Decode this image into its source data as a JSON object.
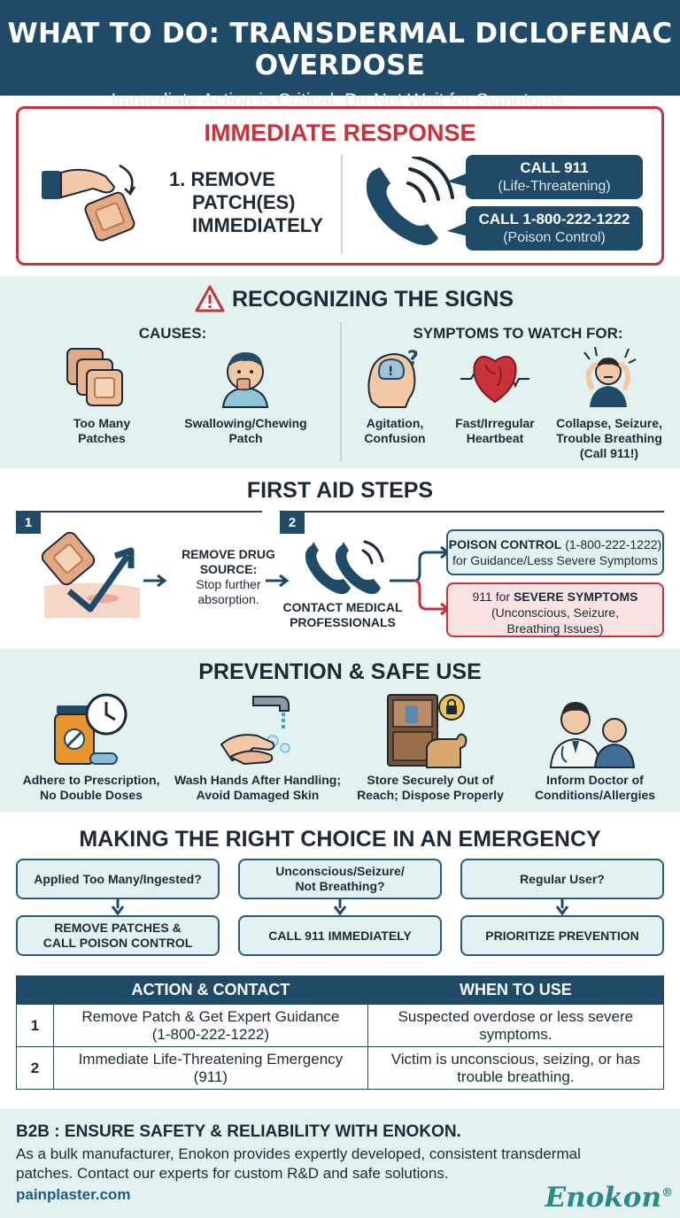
{
  "header": {
    "title": "WHAT TO DO: TRANSDERMAL DICLOFENAC OVERDOSE",
    "subtitle": "Immediate Action is Critical. Do Not Wait for Symptoms."
  },
  "immediate": {
    "title": "IMMEDIATE RESPONSE",
    "step_line1": "1. REMOVE",
    "step_line2": "PATCH(ES)",
    "step_line3": "IMMEDIATELY",
    "call1_main": "CALL 911",
    "call1_sub": "(Life-Threatening)",
    "call2_main": "CALL 1-800-222-1222",
    "call2_sub": "(Poison Control)"
  },
  "signs": {
    "title": "RECOGNIZING THE SIGNS",
    "causes_title": "CAUSES:",
    "causes": [
      "Too Many Patches",
      "Swallowing/Chewing Patch"
    ],
    "symptoms_title": "SYMPTOMS TO WATCH FOR:",
    "symptom1_l1": "Agitation,",
    "symptom1_l2": "Confusion",
    "symptom2_l1": "Fast/Irregular",
    "symptom2_l2": "Heartbeat",
    "symptom3_l1": "Collapse, Seizure,",
    "symptom3_l2": "Trouble Breathing",
    "symptom3_l3": "(Call 911!)"
  },
  "first_aid": {
    "title": "FIRST AID STEPS",
    "step1_num": "1",
    "step2_num": "2",
    "remove_title_l1": "REMOVE DRUG",
    "remove_title_l2": "SOURCE:",
    "remove_body_l1": "Stop further",
    "remove_body_l2": "absorption.",
    "contact_l1": "CONTACT MEDICAL",
    "contact_l2": "PROFESSIONALS",
    "poison_bold": "POISON CONTROL",
    "poison_num": " (1-800-222-1222)",
    "poison_sub": "for Guidance/Less Severe Symptoms",
    "severe_pre": "911 for ",
    "severe_bold": "SEVERE SYMPTOMS",
    "severe_sub1": "(Unconscious, Seizure,",
    "severe_sub2": "Breathing Issues)"
  },
  "prevention": {
    "title": "PREVENTION & SAFE USE",
    "p1_l1": "Adhere to Prescription,",
    "p1_l2": "No Double Doses",
    "p2_l1": "Wash Hands After Handling;",
    "p2_l2": "Avoid Damaged Skin",
    "p3_l1": "Store Securely Out of",
    "p3_l2": "Reach; Dispose Properly",
    "p4_l1": "Inform Doctor of",
    "p4_l2": "Conditions/Allergies"
  },
  "choice": {
    "title": "MAKING THE RIGHT CHOICE IN AN EMERGENCY",
    "q1": "Applied Too Many/Ingested?",
    "q2_l1": "Unconscious/Seizure/",
    "q2_l2": "Not Breathing?",
    "q3": "Regular User?",
    "a1_l1": "REMOVE PATCHES &",
    "a1_l2": "CALL POISON CONTROL",
    "a2": "CALL 911 IMMEDIATELY",
    "a3": "PRIORITIZE PREVENTION"
  },
  "table": {
    "h1": "ACTION & CONTACT",
    "h2": "WHEN TO USE",
    "r1_num": "1",
    "r1_action_l1": "Remove Patch & Get Expert Guidance",
    "r1_action_l2": "(1-800-222-1222)",
    "r1_when_l1": "Suspected overdose or less severe",
    "r1_when_l2": "symptoms.",
    "r2_num": "2",
    "r2_action_l1": "Immediate Life-Threatening Emergency",
    "r2_action_l2": "(911)",
    "r2_when_l1": "Victim is unconscious, seizing, or has",
    "r2_when_l2": "trouble breathing."
  },
  "footer": {
    "title": "B2B : ENSURE SAFETY & RELIABILITY WITH ENOKON.",
    "body": "As a bulk manufacturer, Enokon provides expertly developed, consistent transdermal patches. Contact our experts for custom R&D and safe solutions.",
    "link": "painplaster.com",
    "logo": "Enokon",
    "logo_mark": "®"
  },
  "colors": {
    "navy": "#1f4a68",
    "red": "#c9323a",
    "mint": "#e3f1f1",
    "teal_logo": "#2a8a86"
  }
}
